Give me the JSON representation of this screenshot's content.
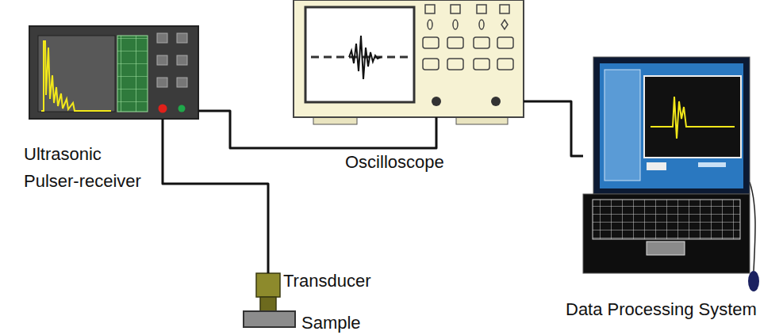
{
  "diagram": {
    "nodes": [
      {
        "text": [
          "Ultrasonic Pulser-receiver"
        ]
      },
      {
        "text": [
          "Oscilloscope"
        ]
      },
      {
        "text": [
          "Data Processing System"
        ]
      },
      {
        "text": [
          "Transducer"
        ]
      },
      {
        "text": [
          "Sample"
        ]
      }
    ],
    "edges": [
      {
        "from": 0,
        "to": 3,
        "arrow": "none"
      },
      {
        "from": 0,
        "to": 1,
        "arrow": "none"
      },
      {
        "from": 1,
        "to": 2,
        "arrow": "none"
      }
    ]
  }
}
